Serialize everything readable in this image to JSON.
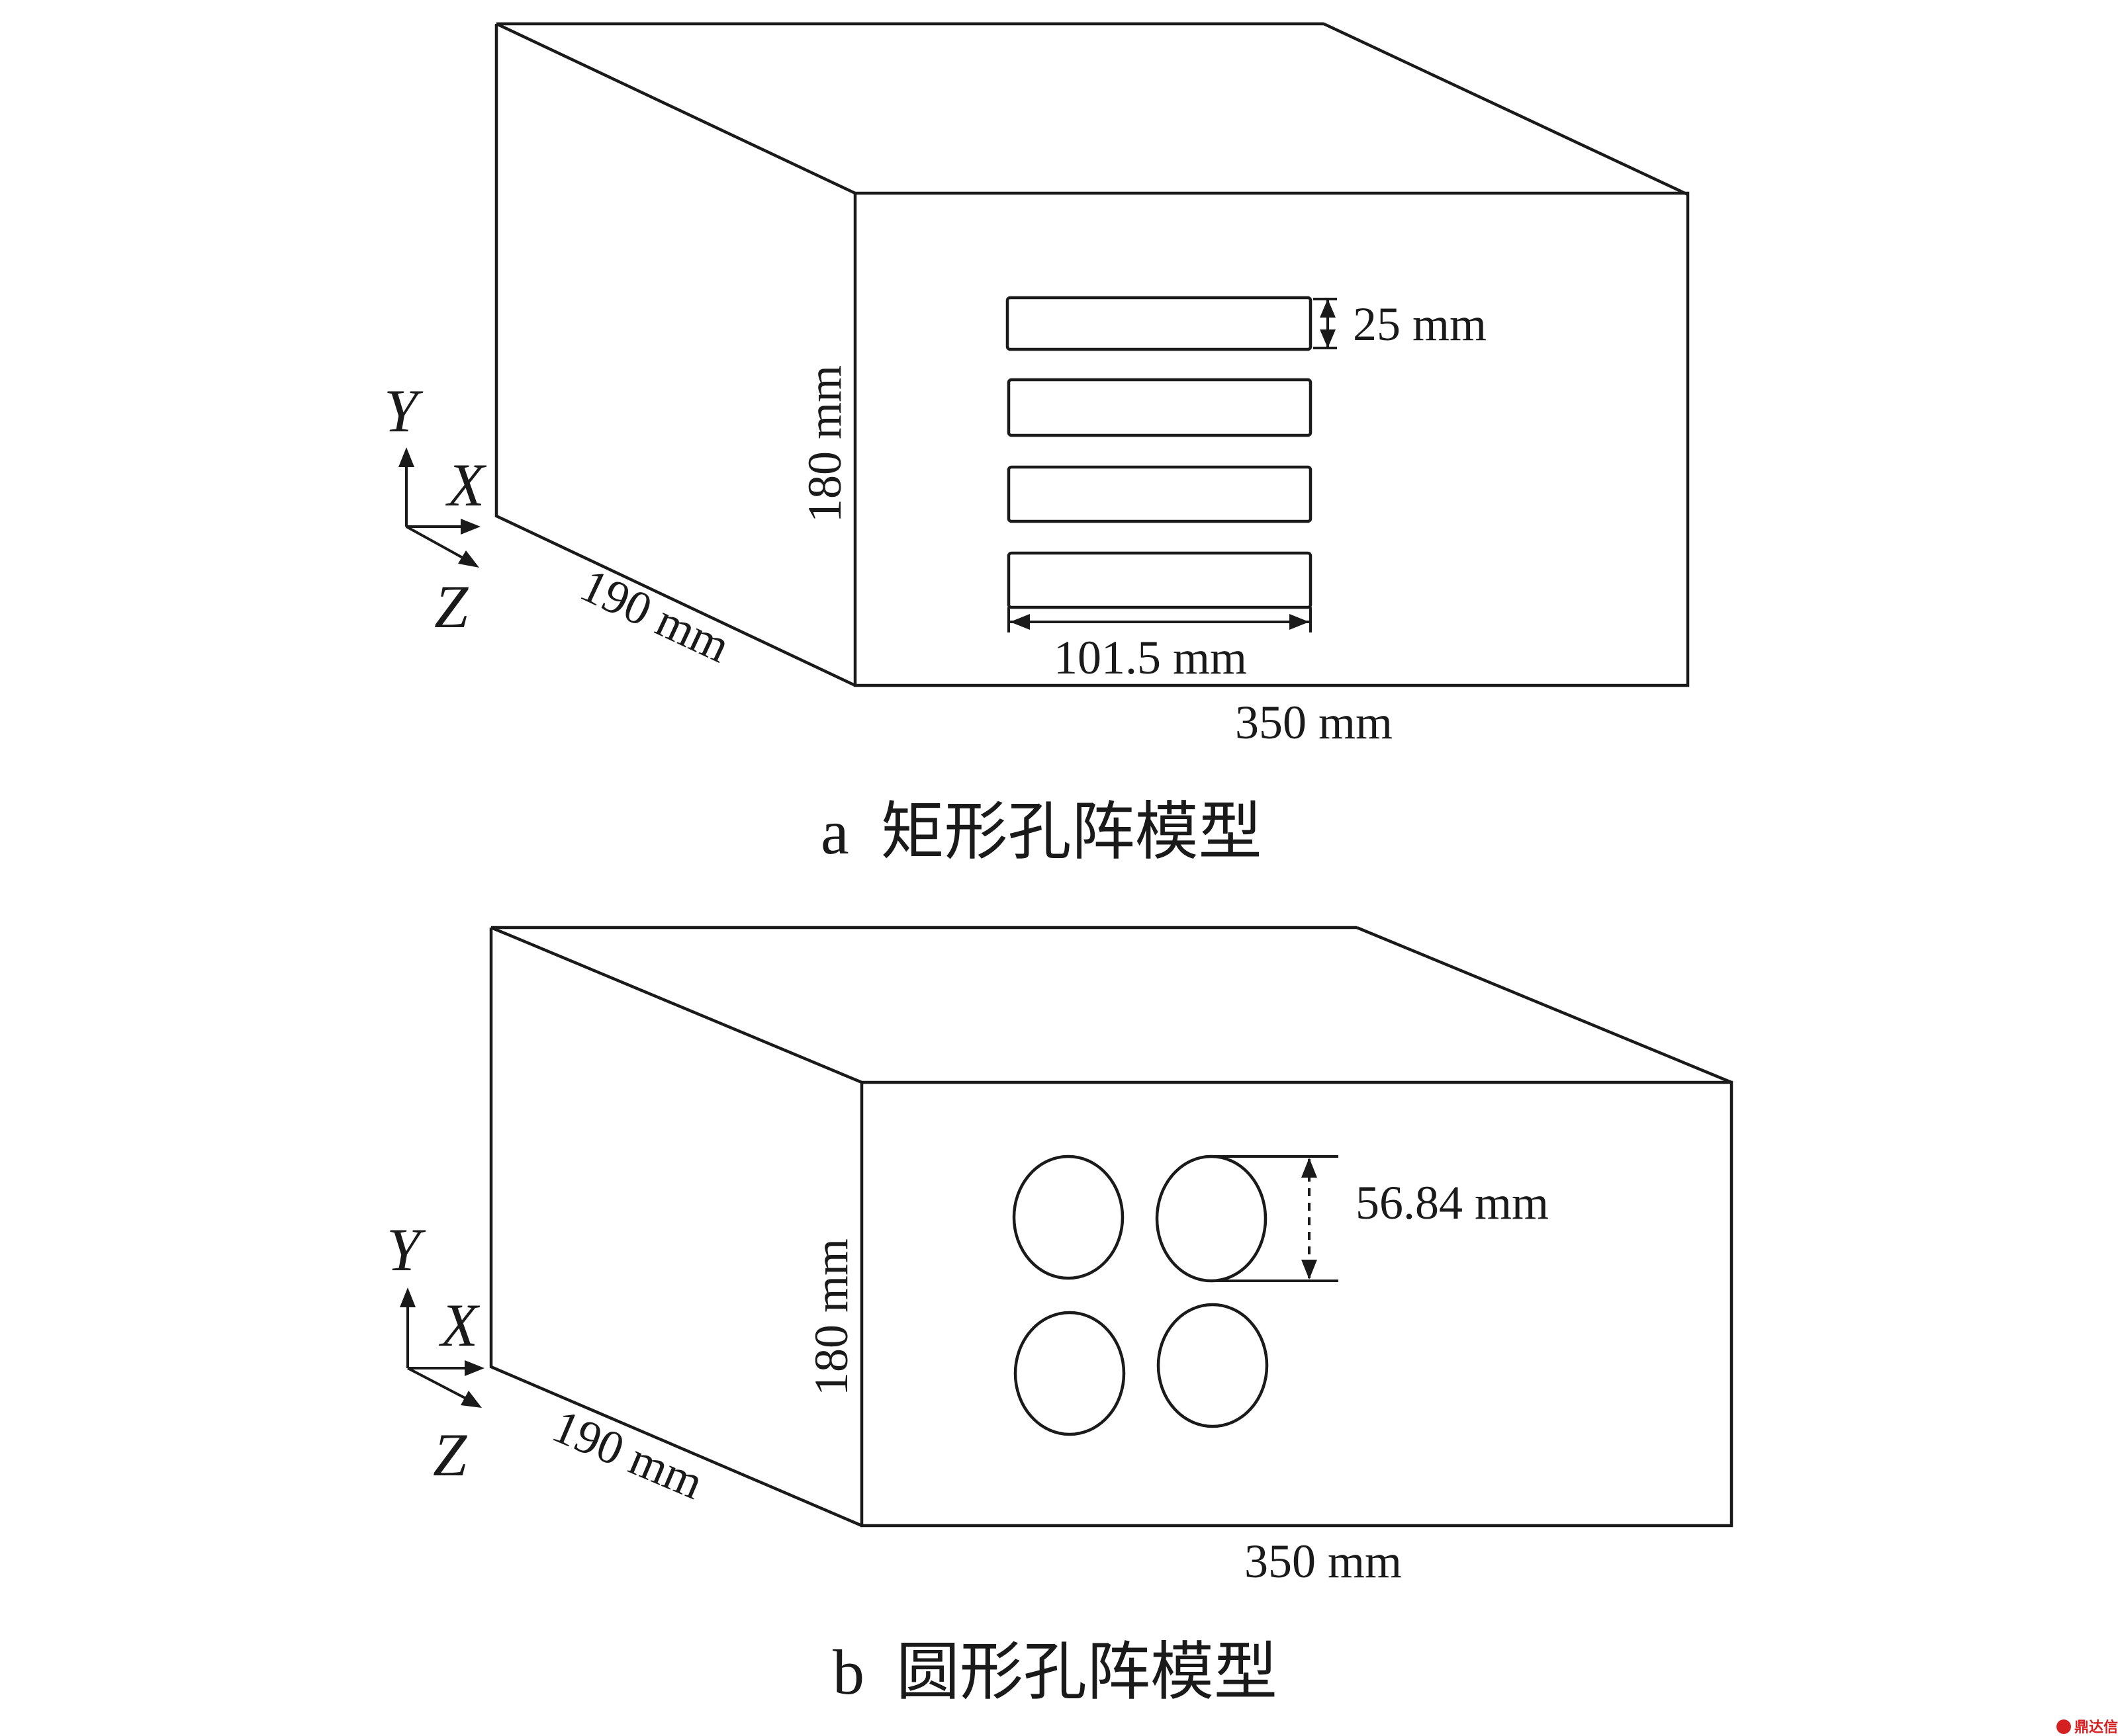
{
  "panels": [
    {
      "id": "a",
      "caption": "a  矩形孔阵模型",
      "hole_shape": "rectangle",
      "hole_count": 4,
      "dimensions": {
        "height": "180 mm",
        "depth": "190 mm",
        "width": "350 mm",
        "hole_height": "25 mm",
        "hole_width": "101.5 mm"
      },
      "axes": {
        "y": "Y",
        "x": "X",
        "z": "Z"
      }
    },
    {
      "id": "b",
      "caption": "b  圆形孔阵模型",
      "hole_shape": "circle",
      "hole_count": 4,
      "dimensions": {
        "height": "180 mm",
        "depth": "190 mm",
        "width": "350 mm",
        "hole_diameter": "56.84 mm"
      },
      "axes": {
        "y": "Y",
        "x": "X",
        "z": "Z"
      }
    }
  ],
  "watermark": "鼎达信",
  "colors": {
    "stroke": "#1a1a1a",
    "background": "#ffffff",
    "watermark": "#d42020"
  }
}
